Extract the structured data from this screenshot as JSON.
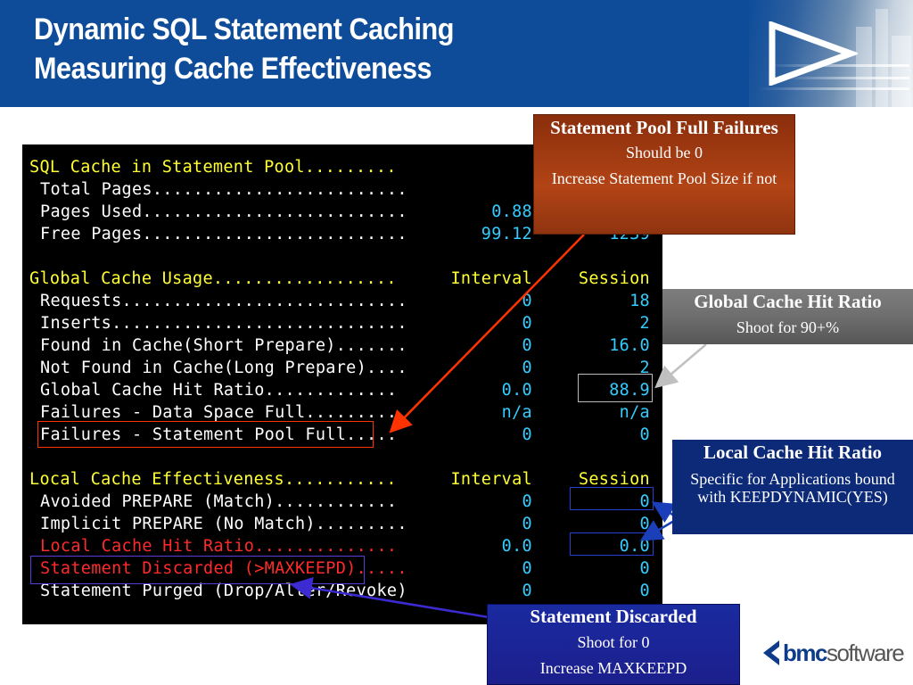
{
  "header": {
    "title_line1": "Dynamic SQL Statement Caching",
    "title_line2": "Measuring Cache Effectiveness"
  },
  "terminal": {
    "pool_section": {
      "title": "SQL Cache in Statement Pool.........",
      "rows": [
        {
          "label": "Total Pages.........................",
          "value": ""
        },
        {
          "label": "Pages Used..........................",
          "value": "0.88"
        },
        {
          "label": "Free Pages..........................",
          "value": "99.12"
        }
      ],
      "partial_free_pages_right": "1239"
    },
    "global_section": {
      "title": "Global Cache Usage..................",
      "col_interval": "Interval",
      "col_session": "Session",
      "rows": [
        {
          "label": "Requests............................",
          "interval": "0",
          "session": "18"
        },
        {
          "label": "Inserts.............................",
          "interval": "0",
          "session": "2"
        },
        {
          "label": "Found in Cache(Short Prepare).......",
          "interval": "0",
          "session": "16.0"
        },
        {
          "label": "Not Found in Cache(Long Prepare)....",
          "interval": "0",
          "session": "2"
        },
        {
          "label": "Global Cache Hit Ratio.............",
          "interval": "0.0",
          "session": "88.9"
        },
        {
          "label": "Failures - Data Space Full.........",
          "interval": "n/a",
          "session": "n/a"
        },
        {
          "label": "Failures - Statement Pool Full.....",
          "interval": "0",
          "session": "0"
        }
      ]
    },
    "local_section": {
      "title": "Local Cache Effectiveness...........",
      "col_interval": "Interval",
      "col_session": "Session",
      "rows": [
        {
          "label": "Avoided PREPARE (Match)............",
          "interval": "0",
          "session": "0"
        },
        {
          "label": "Implicit PREPARE (No Match).........",
          "interval": "0",
          "session": "0"
        },
        {
          "label": "Local Cache Hit Ratio..............",
          "interval": "0.0",
          "session": "0.0"
        },
        {
          "label": "Statement Discarded (>MAXKEEPD).....",
          "interval": "0",
          "session": "0"
        },
        {
          "label": "Statement Purged (Drop/Alter/Revoke)",
          "interval": "0",
          "session": "0"
        }
      ]
    }
  },
  "callouts": {
    "pool_full": {
      "title": "Statement Pool Full Failures",
      "line1": "Should be 0",
      "line2": "Increase Statement Pool Size if not"
    },
    "global_hit": {
      "title": "Global Cache Hit Ratio",
      "line1": "Shoot for 90+%"
    },
    "local_hit": {
      "title": "Local Cache Hit Ratio",
      "line1": "Specific for Applications bound with KEEPDYNAMIC(YES)"
    },
    "discarded": {
      "title": "Statement Discarded",
      "line1": "Shoot for 0",
      "line2": "Increase MAXKEEPD"
    }
  },
  "logo": {
    "bold": "bmc",
    "rest": "software"
  },
  "colors": {
    "header_bg": "#0e4c9a",
    "terminal_bg": "#000000",
    "term_yellow": "#ffff33",
    "term_cyan": "#33ccff",
    "term_red": "#ff2a2a",
    "pool_callout": "#b24416",
    "global_callout": "#6e6e6e",
    "local_callout": "#0c2a78",
    "discard_callout": "#1c1f8c"
  }
}
